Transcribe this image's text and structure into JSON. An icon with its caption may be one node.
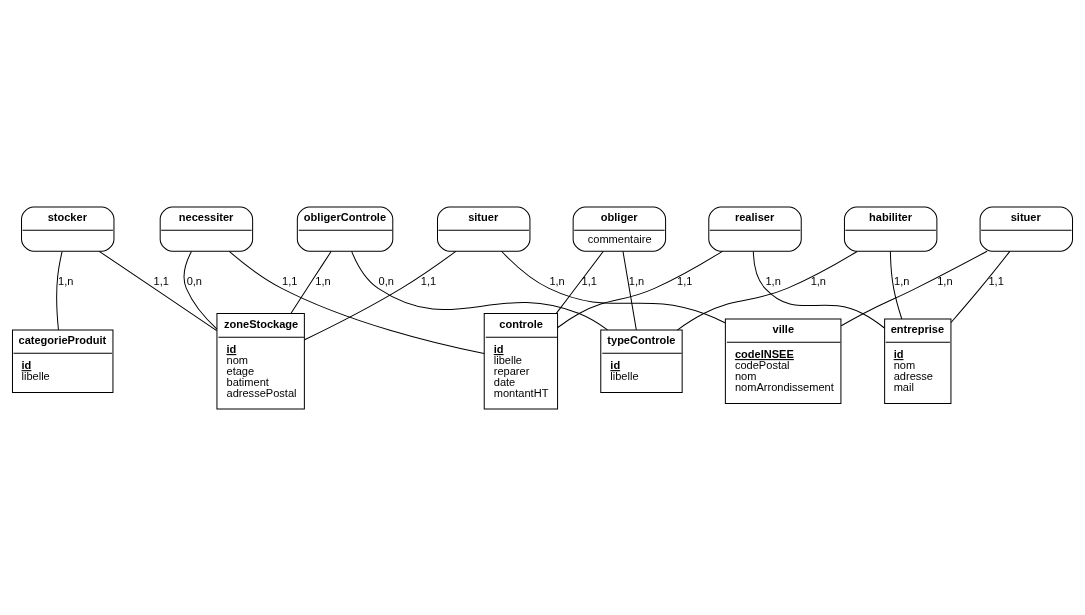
{
  "diagram": {
    "nodes": [
      {
        "text": [
          "stocker"
        ]
      },
      {
        "text": [
          "categorieProduit",
          "id",
          "libelle"
        ]
      },
      {
        "text": [
          "typeControle",
          "id",
          "libelle"
        ]
      },
      {
        "text": [
          "obligerControle"
        ]
      },
      {
        "text": [
          "habiliter"
        ]
      },
      {
        "text": [
          "zoneStockage",
          "id",
          "nom",
          "etage",
          "batiment",
          "adressePostal"
        ]
      },
      {
        "text": [
          "entreprise",
          "id",
          "nom",
          "adresse",
          "mail"
        ]
      },
      {
        "text": [
          "obliger",
          "commentaire"
        ]
      },
      {
        "text": [
          "realiser"
        ]
      },
      {
        "text": [
          "necessiter"
        ]
      },
      {
        "text": [
          "situer"
        ]
      },
      {
        "text": [
          "controle",
          "id",
          "libelle",
          "reparer",
          "date",
          "montantHT"
        ]
      },
      {
        "text": [
          "ville",
          "codeINSEE",
          "codePostal",
          "nom",
          "nomArrondissement"
        ]
      },
      {
        "text": [
          "situer"
        ]
      }
    ],
    "edges": [
      {
        "from": 0,
        "to": 1,
        "arrow": "none",
        "label": "1,n"
      },
      {
        "from": 0,
        "to": 5,
        "arrow": "none",
        "label": "1,1"
      },
      {
        "from": 3,
        "to": 2,
        "arrow": "none",
        "label": "0,n"
      },
      {
        "from": 3,
        "to": 5,
        "arrow": "none",
        "label": "1,n"
      },
      {
        "from": 4,
        "to": 2,
        "arrow": "none",
        "label": "1,n"
      },
      {
        "from": 4,
        "to": 6,
        "arrow": "none",
        "label": "1,n"
      },
      {
        "from": 7,
        "to": 2,
        "arrow": "none",
        "label": "1,n"
      },
      {
        "from": 7,
        "to": 11,
        "arrow": "none",
        "label": "1,1"
      },
      {
        "from": 9,
        "to": 5,
        "arrow": "none",
        "label": "0,n"
      },
      {
        "from": 9,
        "to": 11,
        "arrow": "none",
        "label": "1,1"
      },
      {
        "from": 8,
        "to": 6,
        "arrow": "none",
        "label": "1,n"
      },
      {
        "from": 8,
        "to": 11,
        "arrow": "none",
        "label": "1,1"
      },
      {
        "from": 10,
        "to": 5,
        "arrow": "none",
        "label": "1,1"
      },
      {
        "from": 10,
        "to": 12,
        "arrow": "none",
        "label": "1,n"
      },
      {
        "from": 13,
        "to": 12,
        "arrow": "none",
        "label": "1,n"
      },
      {
        "from": 13,
        "to": 6,
        "arrow": "none",
        "label": "1,1"
      }
    ]
  }
}
